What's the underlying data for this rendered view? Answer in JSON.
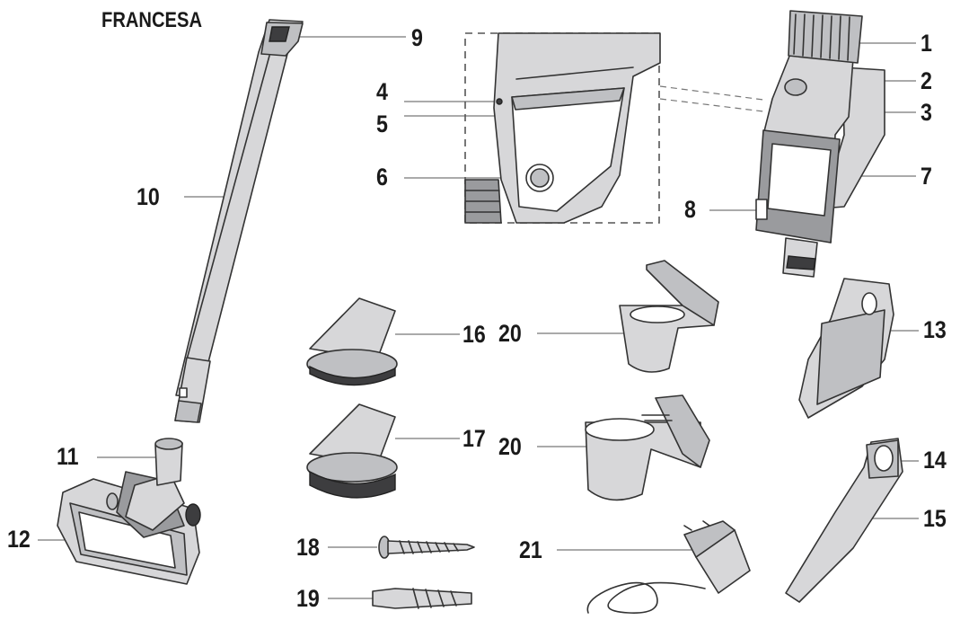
{
  "title": "FRANCESA",
  "labels": [
    "1",
    "2",
    "3",
    "4",
    "5",
    "6",
    "7",
    "8",
    "9",
    "10",
    "11",
    "12",
    "13",
    "14",
    "15",
    "16",
    "17",
    "18",
    "19",
    "20",
    "20",
    "21"
  ]
}
